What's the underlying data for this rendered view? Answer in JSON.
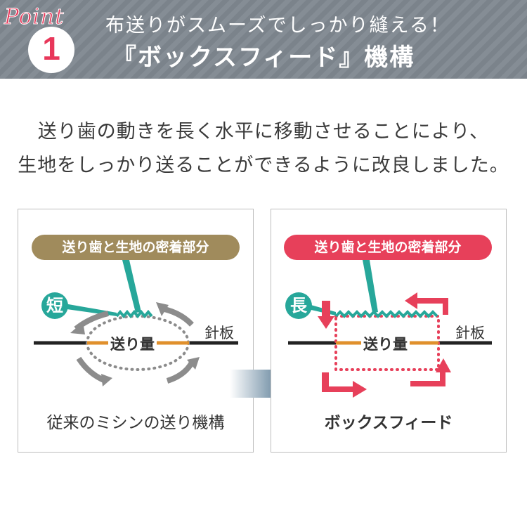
{
  "header": {
    "point_word": "Point",
    "point_number": "1",
    "subtitle": "布送りがスムーズでしっかり縫える！",
    "title": "『ボックスフィード』機構"
  },
  "description": {
    "line1": "送り歯の動きを長く水平に移動させることにより、",
    "line2": "生地をしっかり送ることができるように改良しました。"
  },
  "left_panel": {
    "pill_label": "送り歯と生地の密着部分",
    "badge": "短",
    "feed_label": "送り量",
    "plate_label": "針板",
    "caption": "従来のミシンの送り機構"
  },
  "right_panel": {
    "pill_label": "送り歯と生地の密着部分",
    "badge": "長",
    "feed_label": "送り量",
    "plate_label": "針板",
    "caption": "ボックスフィード"
  },
  "colors": {
    "accent_red": "#e7405a",
    "teal": "#27a79a",
    "tan": "#a08b5c",
    "orange": "#e0902c",
    "gray_arrow": "#8c8c8c"
  }
}
